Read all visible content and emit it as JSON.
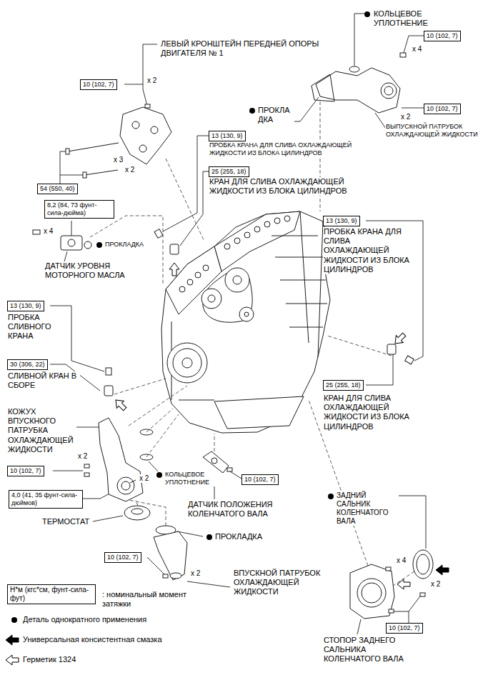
{
  "diagram": {
    "nodes": [
      {
        "text": [
          "10 (102, 7)"
        ]
      },
      {
        "text": [
          "10 (102, 7)"
        ]
      },
      {
        "text": [
          "10 (102, 7)"
        ]
      },
      {
        "text": [
          "13 (130, 9)"
        ]
      },
      {
        "text": [
          "54 (550, 40)"
        ]
      },
      {
        "text": [
          "25 (255, 18)"
        ]
      },
      {
        "text": [
          "8,2 (84, 73 фунт-сила-дюйма)"
        ]
      },
      {
        "text": [
          "13 (130, 9)"
        ]
      },
      {
        "text": [
          "13 (130, 9)"
        ]
      },
      {
        "text": [
          "30 (306, 22)"
        ]
      },
      {
        "text": [
          "25 (255, 18)"
        ]
      },
      {
        "text": [
          "10 (102, 7)"
        ]
      },
      {
        "text": [
          "4,0 (41, 35 фунт-сила-дюймов)"
        ]
      },
      {
        "text": [
          "10 (102, 7)"
        ]
      },
      {
        "text": [
          "10 (102, 7)"
        ]
      },
      {
        "text": [
          "Н*м (кгс*см, фунт-сила-фут)"
        ]
      },
      {
        "text": [
          "10 (102, 7)"
        ]
      }
    ],
    "labels": [
      "КОЛЬЦЕВОЕ УПЛОТНЕНИЕ",
      "ЛЕВЫЙ КРОНШТЕЙН ПЕРЕДНЕЙ ОПОРЫ ДВИГАТЕЛЯ № 1",
      "x 4",
      "x 2",
      "ПРОКЛА ДКА",
      "x 2",
      "ВЫПУСКНОЙ ПАТРУБОК ОХЛАЖДАЮЩЕЙ ЖИДКОСТИ",
      "ПРОБКА КРАНА ДЛЯ СЛИВА ОХЛАЖДАЮЩЕЙ ЖИДКОСТИ ИЗ БЛОКА ЦИЛИНДРОВ",
      "x 3",
      "x 2",
      "КРАН ДЛЯ СЛИВА ОХЛАЖДАЮЩЕЙ ЖИДКОСТИ ИЗ БЛОКА ЦИЛИНДРОВ",
      "ПРОБКА КРАНА ДЛЯ СЛИВА ОХЛАЖДАЮЩЕЙ ЖИДКОСТИ ИЗ БЛОКА ЦИЛИНДРОВ",
      "x 4",
      "ПРОКЛАДКА",
      "ДАТЧИК УРОВНЯ МОТОРНОГО МАСЛА",
      "ПРОБКА СЛИВНОГО КРАНА",
      "СЛИВНОЙ КРАН В СБОРЕ",
      "КРАН ДЛЯ СЛИВА ОХЛАЖДАЮЩЕЙ ЖИДКОСТИ ИЗ БЛОКА ЦИЛИНДРОВ",
      "КОЖУХ ВПУСКНОГО ПАТРУБКА ОХЛАЖДАЮЩЕЙ ЖИДКОСТИ",
      "x 2",
      "КОЛЬЦЕВОЕ УПЛОТНЕНИЕ",
      "x 2",
      "ЗАДНИЙ САЛЬНИК КОЛЕНЧАТОГО ВАЛА",
      "ДАТЧИК ПОЛОЖЕНИЯ КОЛЕНЧАТОГО ВАЛА",
      "ТЕРМОСТАТ",
      "ПРОКЛАДКА",
      "x 4",
      "x 2",
      "ВПУСКНОЙ ПАТРУБОК ОХЛАЖДАЮЩЕЙ ЖИДКОСТИ",
      "x 2",
      ": номинальный момент затяжки",
      "СТОПОР ЗАДНЕГО САЛЬНИКА КОЛЕНЧАТОГО ВАЛА"
    ],
    "legend": [
      {
        "text": "Деталь однократного применения"
      },
      {
        "text": "Универсальная консистентная смазка"
      },
      {
        "text": "Герметик 1324"
      }
    ]
  }
}
